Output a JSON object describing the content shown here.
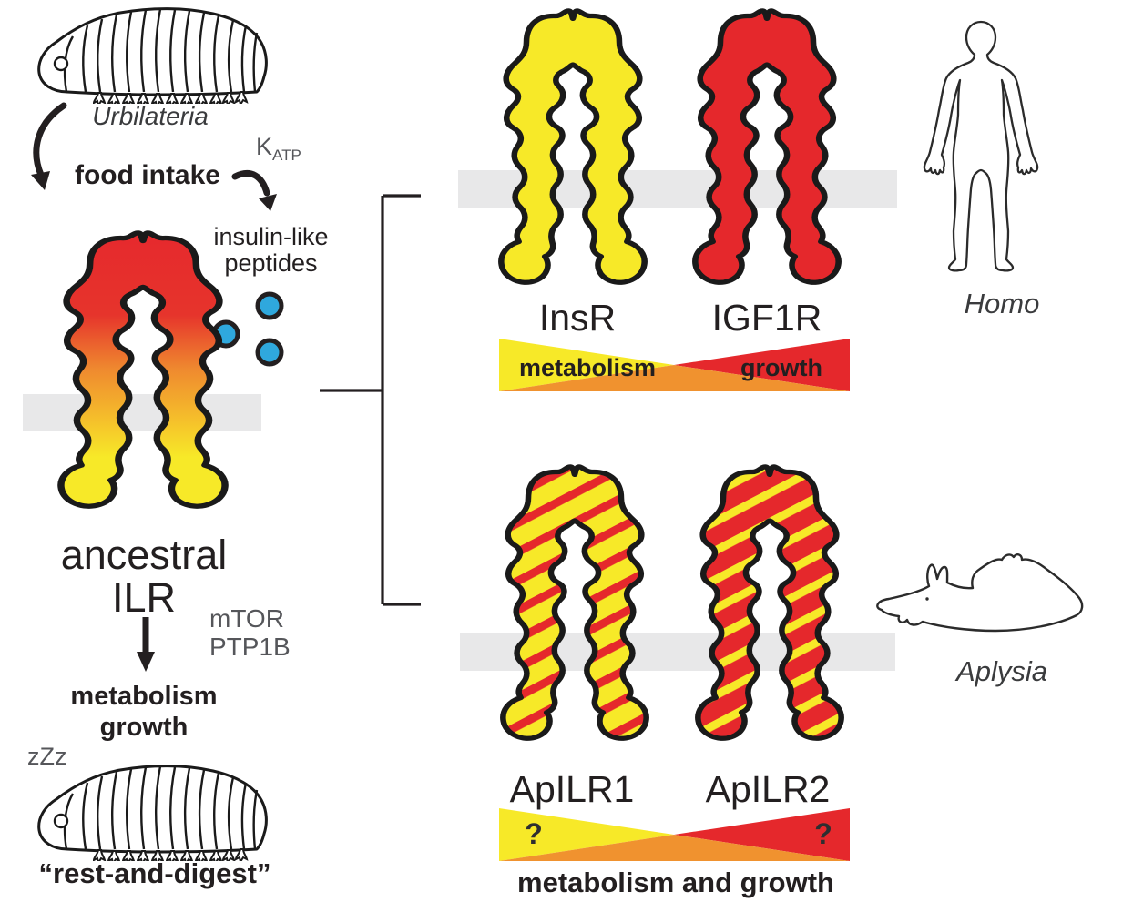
{
  "figure": {
    "left": {
      "organism": "Urbilateria",
      "food_intake": "food intake",
      "katp_base": "K",
      "katp_sub": "ATP",
      "peptides_1": "insulin-like",
      "peptides_2": "peptides",
      "receptor_1": "ancestral",
      "receptor_2": "ILR",
      "effector_1": "mTOR",
      "effector_2": "PTP1B",
      "output_1": "metabolism",
      "output_2": "growth",
      "sleep": "zZz",
      "state": "“rest-and-digest”"
    },
    "homo": {
      "receptor_left": "InsR",
      "receptor_right": "IGF1R",
      "bar_left": "metabolism",
      "bar_right": "growth",
      "organism": "Homo"
    },
    "aplysia": {
      "receptor_left": "ApILR1",
      "receptor_right": "ApILR2",
      "bar_left": "?",
      "bar_right": "?",
      "caption": "metabolism and growth",
      "organism": "Aplysia"
    }
  },
  "colors": {
    "yellow": "#F7E928",
    "red": "#E5282C",
    "orange": "#F0922F",
    "blue": "#2FA8DD",
    "membrane_gray": "#E8E8E9",
    "ink": "#231F20",
    "gray_text": "#55565A",
    "gradient_fill": "url(#ancGrad)",
    "stripes_yellow_red": "url(#stripesYR)",
    "stripes_red_yellow": "url(#stripesRY)"
  }
}
